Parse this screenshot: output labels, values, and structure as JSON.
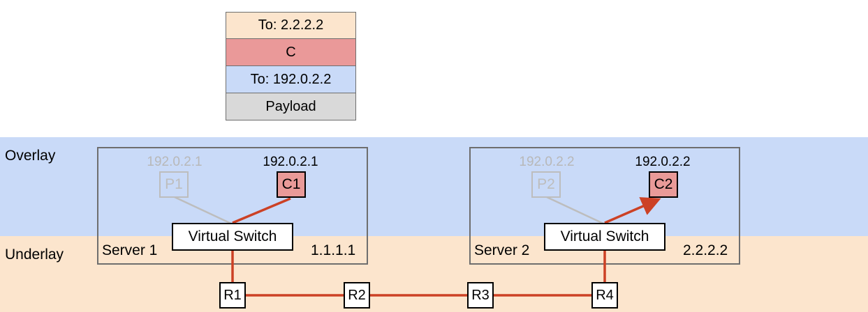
{
  "colors": {
    "overlay_bg": "#c9daf8",
    "underlay_bg": "#fce5cd",
    "outer_header": "#fce5cd",
    "container_header": "#ea9999",
    "inner_header": "#c9daf8",
    "payload": "#d9d9d9",
    "active_link": "#cc4125",
    "inactive_link": "#bdbdbd",
    "container_fill": "#e99a98"
  },
  "packet": {
    "outer_header": "To: 2.2.2.2",
    "container_header": "C",
    "inner_header": "To: 192.0.2.2",
    "payload": "Payload"
  },
  "layers": {
    "overlay": "Overlay",
    "underlay": "Underlay"
  },
  "servers": [
    {
      "name": "Server 1",
      "address": "1.1.1.1",
      "switch": "Virtual Switch",
      "pod": {
        "label": "P1",
        "ip": "192.0.2.1"
      },
      "container": {
        "label": "C1",
        "ip": "192.0.2.1"
      }
    },
    {
      "name": "Server 2",
      "address": "2.2.2.2",
      "switch": "Virtual Switch",
      "pod": {
        "label": "P2",
        "ip": "192.0.2.2"
      },
      "container": {
        "label": "C2",
        "ip": "192.0.2.2"
      }
    }
  ],
  "routers": [
    "R1",
    "R2",
    "R3",
    "R4"
  ]
}
